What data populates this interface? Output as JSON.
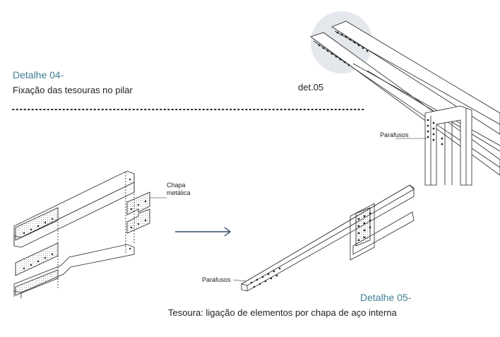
{
  "detail04": {
    "title": "Detalhe 04-",
    "subtitle": "Fixação das tesouras no pilar"
  },
  "detail05": {
    "title": "Detalhe 05-",
    "subtitle": "Tesoura: ligação de elementos por chapa de aço interna"
  },
  "callouts": {
    "det_ref": "det.05",
    "bolts_top": "Parafusos",
    "plate_line1": "Chapa",
    "plate_line2": "metálica",
    "bolts_bottom": "Parafusos"
  },
  "colors": {
    "accent": "#3f7f92",
    "highlight": "#e4e7ec",
    "ink": "#222222",
    "plate": "#d9d9d9"
  },
  "icons": {
    "direction_arrow": "right-arrow-icon"
  }
}
